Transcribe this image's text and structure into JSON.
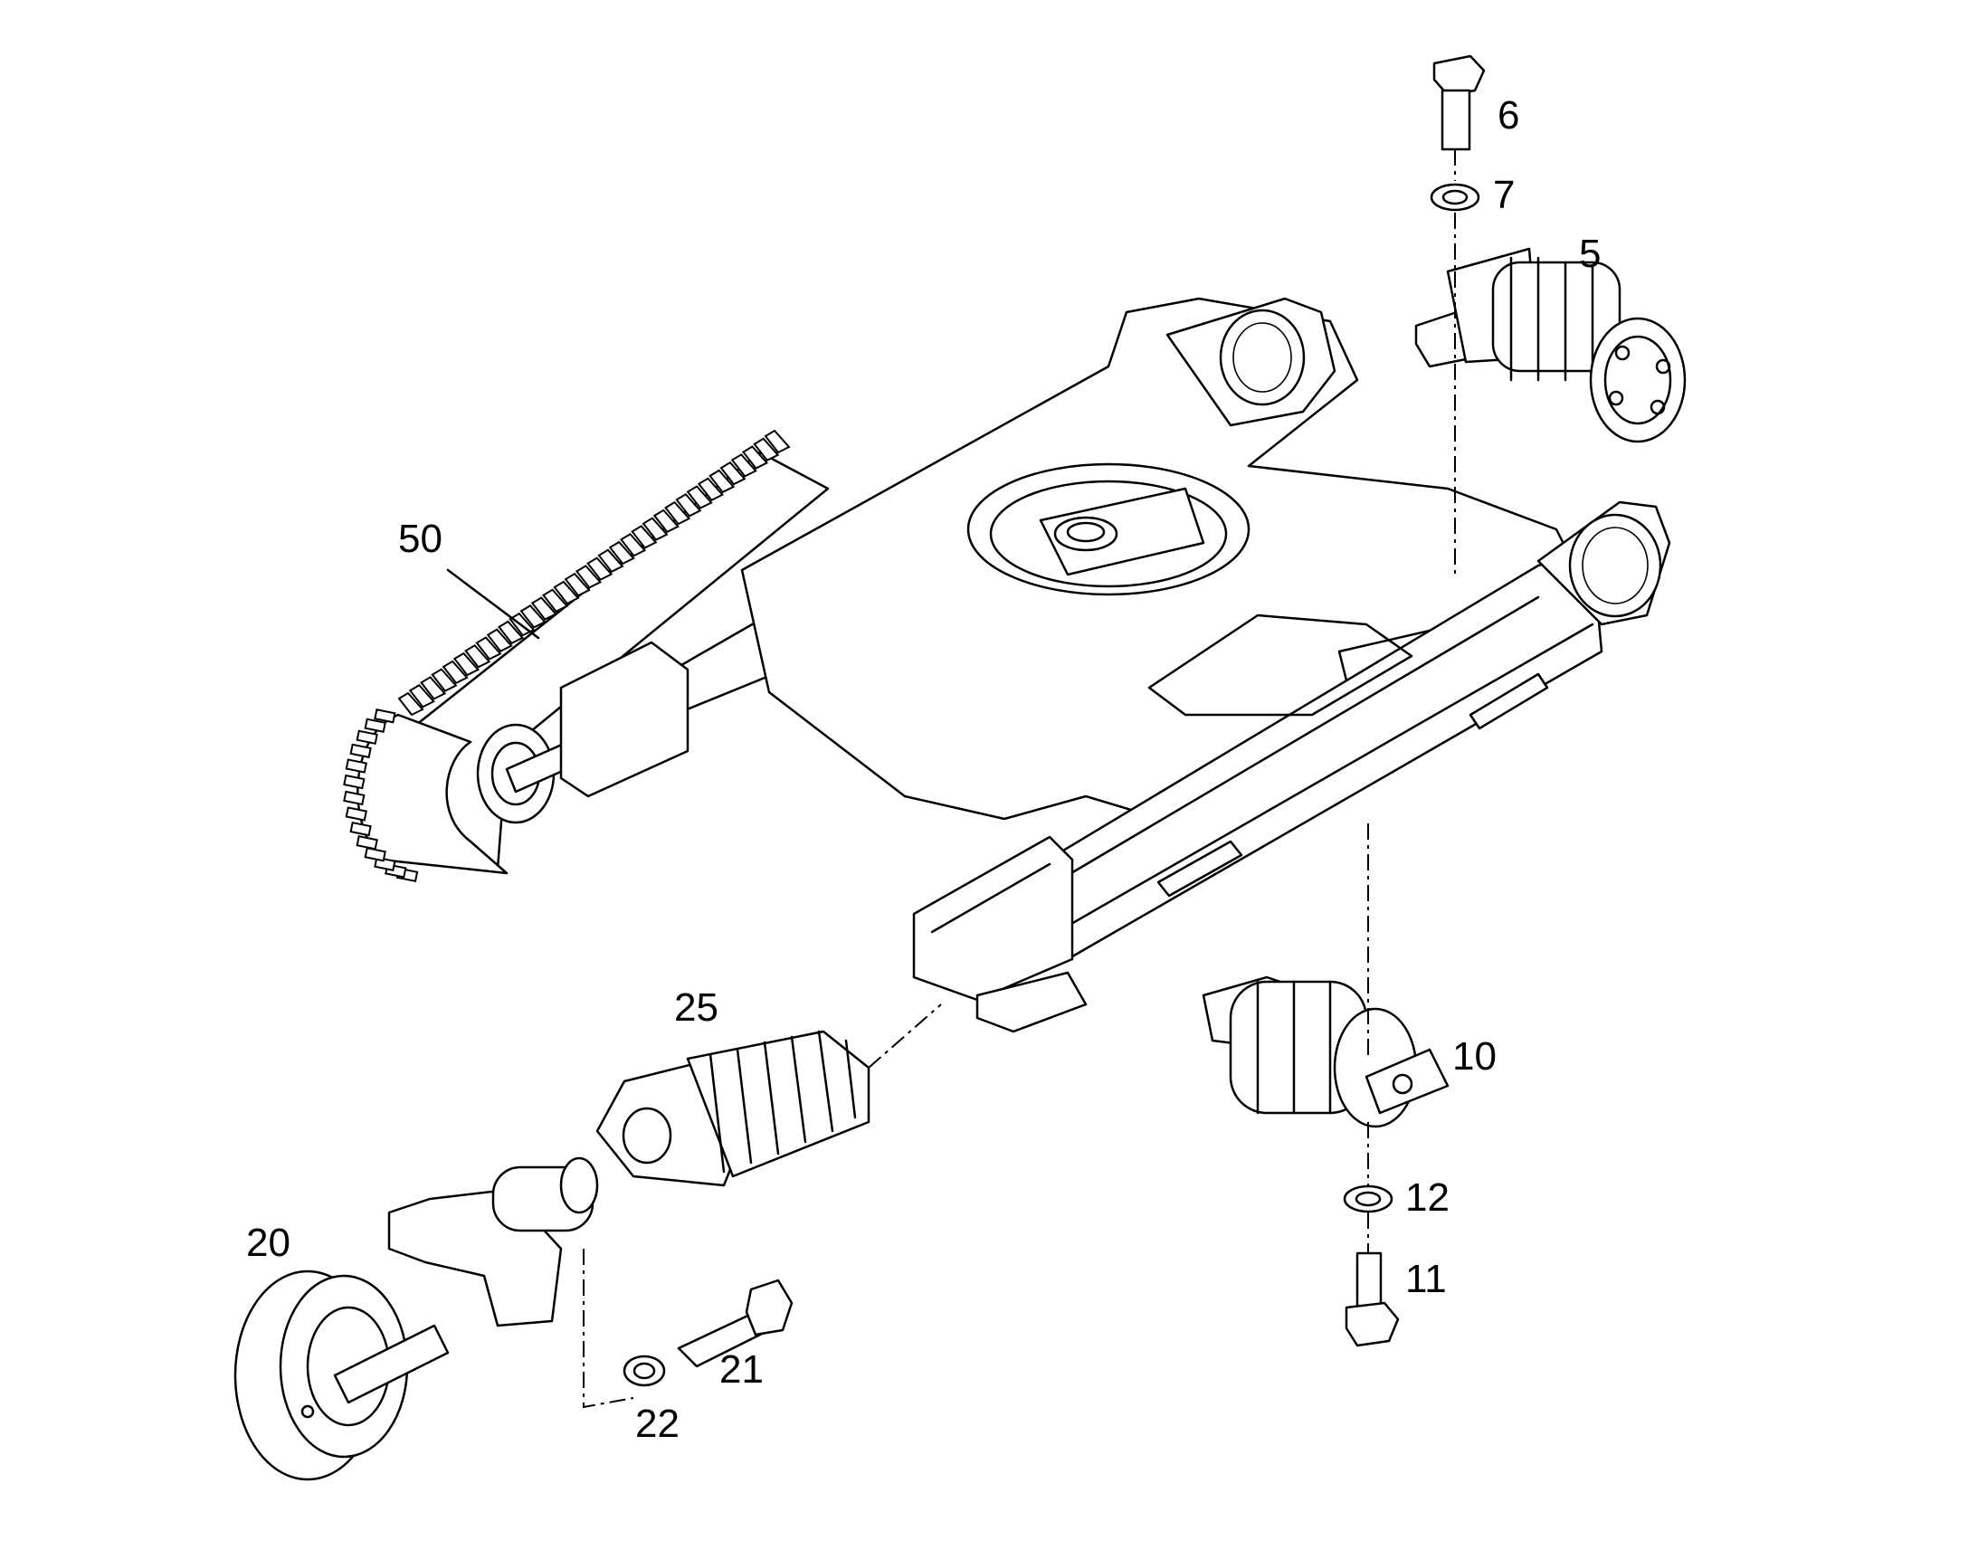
{
  "callouts": [
    {
      "id": "6",
      "text": "6",
      "part": "bolt"
    },
    {
      "id": "7",
      "text": "7",
      "part": "washer"
    },
    {
      "id": "5",
      "text": "5",
      "part": "carrier-roller"
    },
    {
      "id": "50",
      "text": "50",
      "part": "rubber-track"
    },
    {
      "id": "25",
      "text": "25",
      "part": "recoil-spring"
    },
    {
      "id": "10",
      "text": "10",
      "part": "track-roller"
    },
    {
      "id": "12",
      "text": "12",
      "part": "washer"
    },
    {
      "id": "11",
      "text": "11",
      "part": "bolt"
    },
    {
      "id": "20",
      "text": "20",
      "part": "idler-wheel"
    },
    {
      "id": "21",
      "text": "21",
      "part": "bolt"
    },
    {
      "id": "22",
      "text": "22",
      "part": "washer"
    }
  ]
}
